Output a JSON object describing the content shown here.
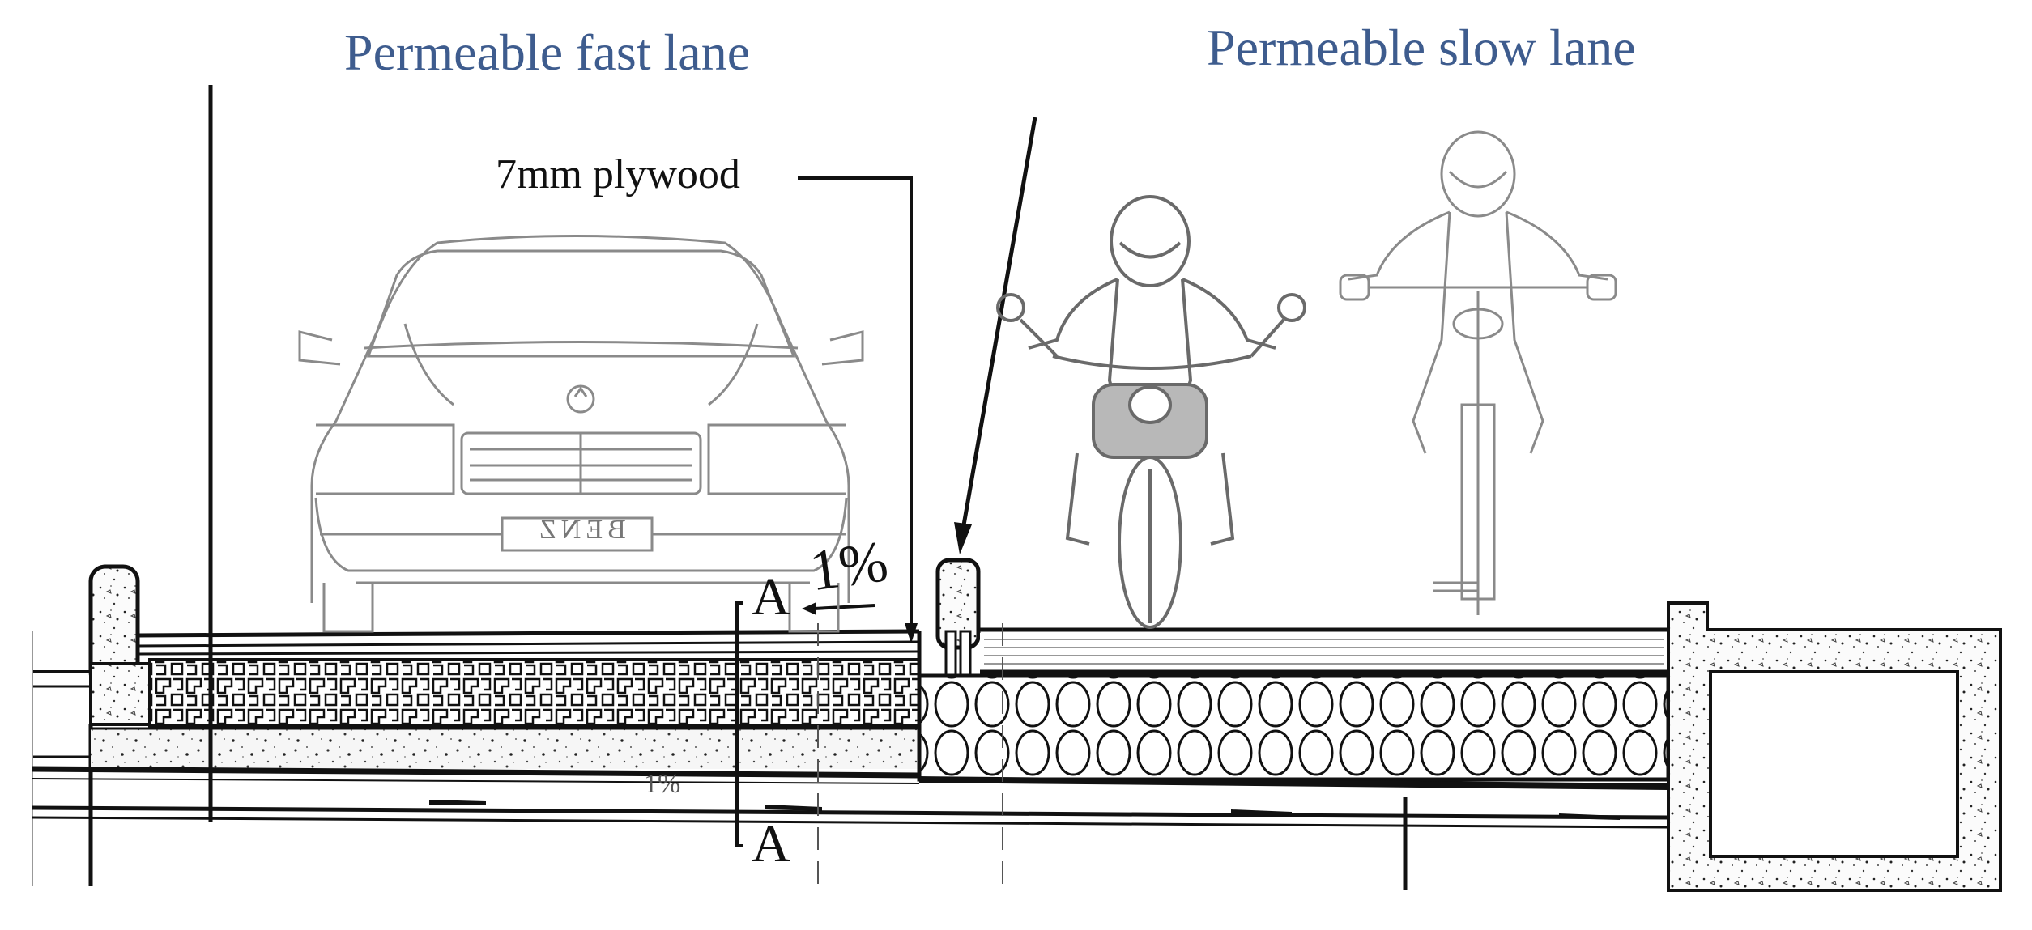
{
  "titles": {
    "fast_lane": "Permeable fast lane",
    "slow_lane": "Permeable slow lane"
  },
  "labels": {
    "plywood": "7mm plywood",
    "slope_top": "1%",
    "slope_bottom": "1%",
    "section_top": "A",
    "section_bottom": "A",
    "license_plate": "BENZ"
  },
  "colors": {
    "title_blue": "#3e5c8e",
    "line_black": "#111111",
    "sketch_gray": "#8a8a8a",
    "vehicle_gray": "#6a6a6a"
  }
}
